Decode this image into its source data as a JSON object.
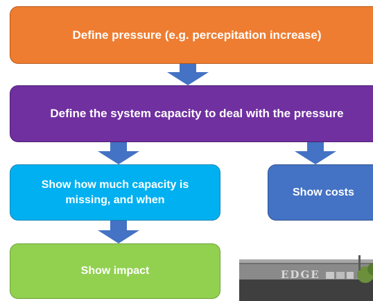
{
  "boxes": {
    "pressure": "Define pressure (e.g. percepitation increase)",
    "capacity": "Define the system capacity to deal with the pressure",
    "missing_line1": "Show how much capacity is",
    "missing_line2": "missing, and when",
    "costs": "Show costs",
    "impact": "Show impact"
  },
  "colors": {
    "pressure": "#ee7d31",
    "capacity": "#7030a0",
    "missing": "#00b0f0",
    "costs": "#4472c4",
    "impact": "#92d050",
    "arrow": "#4472c4"
  },
  "photo": {
    "sign_text": "EDGE"
  }
}
